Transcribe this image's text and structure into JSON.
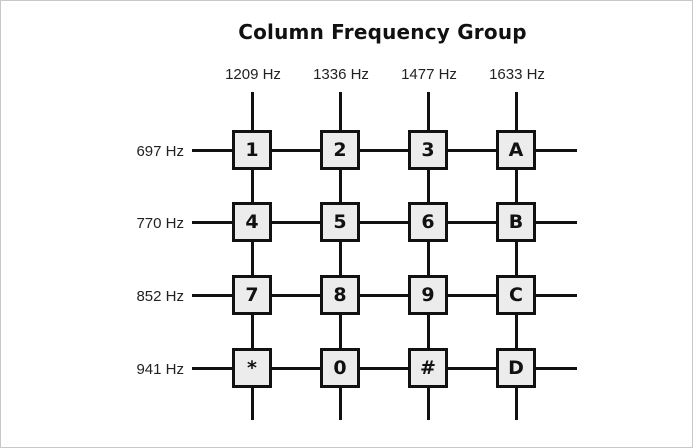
{
  "diagram": {
    "title": "Column Frequency Group",
    "columns": [
      "1209 Hz",
      "1336 Hz",
      "1477 Hz",
      "1633 Hz"
    ],
    "rows": [
      "697 Hz",
      "770 Hz",
      "852 Hz",
      "941 Hz"
    ],
    "keys": [
      [
        "1",
        "2",
        "3",
        "A"
      ],
      [
        "4",
        "5",
        "6",
        "B"
      ],
      [
        "7",
        "8",
        "9",
        "C"
      ],
      [
        "*",
        "0",
        "#",
        "D"
      ]
    ]
  }
}
